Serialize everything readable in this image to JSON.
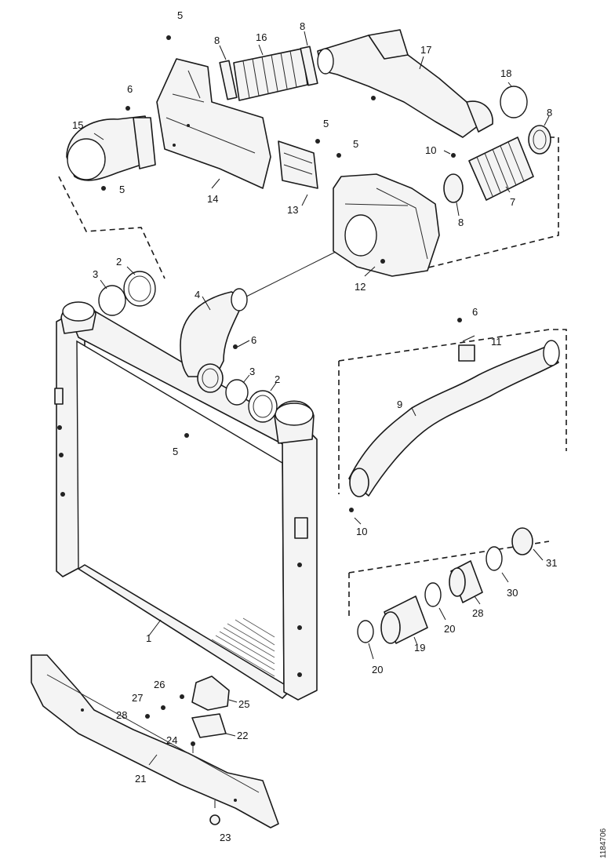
{
  "drawing": {
    "reference_number": "1184706"
  },
  "labels": {
    "p1": "1",
    "p2a": "2",
    "p2b": "2",
    "p3a": "3",
    "p3b": "3",
    "p4": "4",
    "p5a": "5",
    "p5b": "5",
    "p5c": "5",
    "p5d": "5",
    "p5e": "5",
    "p6a": "6",
    "p6b": "6",
    "p6c": "6",
    "p7": "7",
    "p8a": "8",
    "p8b": "8",
    "p8c": "8",
    "p8d": "8",
    "p9": "9",
    "p10a": "10",
    "p10b": "10",
    "p11": "11",
    "p12": "12",
    "p13": "13",
    "p14": "14",
    "p15": "15",
    "p16": "16",
    "p17": "17",
    "p18": "18",
    "p19": "19",
    "p20a": "20",
    "p20b": "20",
    "p21": "21",
    "p22": "22",
    "p23": "23",
    "p24": "24",
    "p25": "25",
    "p26": "26",
    "p27": "27",
    "p28a": "28",
    "p28b": "28",
    "p30": "30",
    "p31": "31"
  }
}
